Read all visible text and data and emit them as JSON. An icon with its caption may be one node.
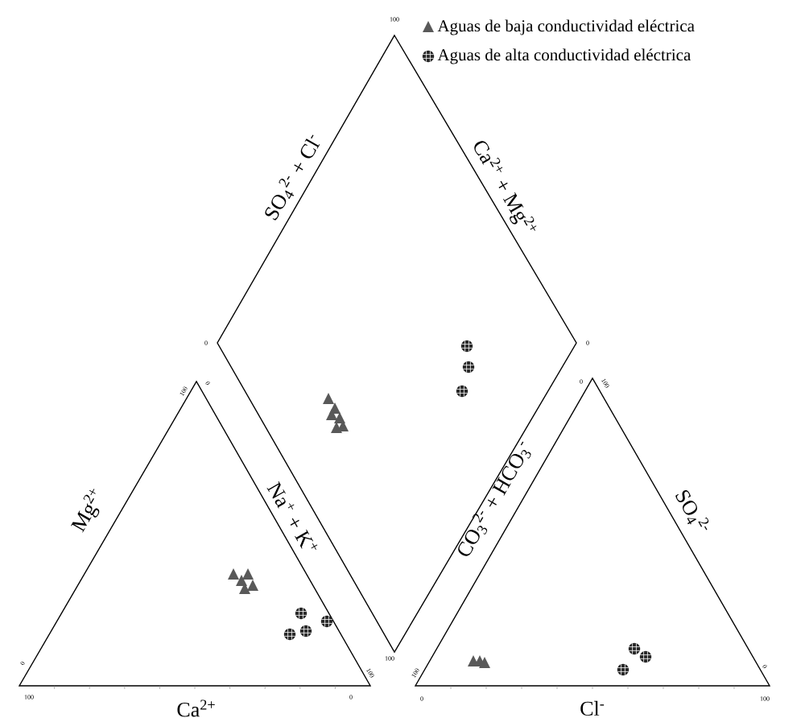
{
  "diagram": {
    "labels": [
      "100",
      "0",
      "SO$_{4}$$^{2-}$ + Cl$^{-}$",
      "Ca$^{2+}$ + Mg$^{2+}$",
      "0",
      "100",
      "0",
      "Mg$^{2+}$",
      "Na$^{+}$ + K$^{+}$",
      "0",
      "100",
      "100",
      "0",
      "Ca$^{2+}$",
      "100",
      "CO$_{3}$$^{2-}$ + HCO$_{3}$$^{-}$",
      "0",
      "100",
      "SO$_{4}$$^{2-}$",
      "100",
      "0",
      "0",
      "Cl$^{-}$",
      "100"
    ],
    "legend": [
      {
        "text": "Aguas de baja conductividad eléctrica"
      },
      {
        "text": "Aguas de alta conductividad eléctrica"
      }
    ]
  }
}
